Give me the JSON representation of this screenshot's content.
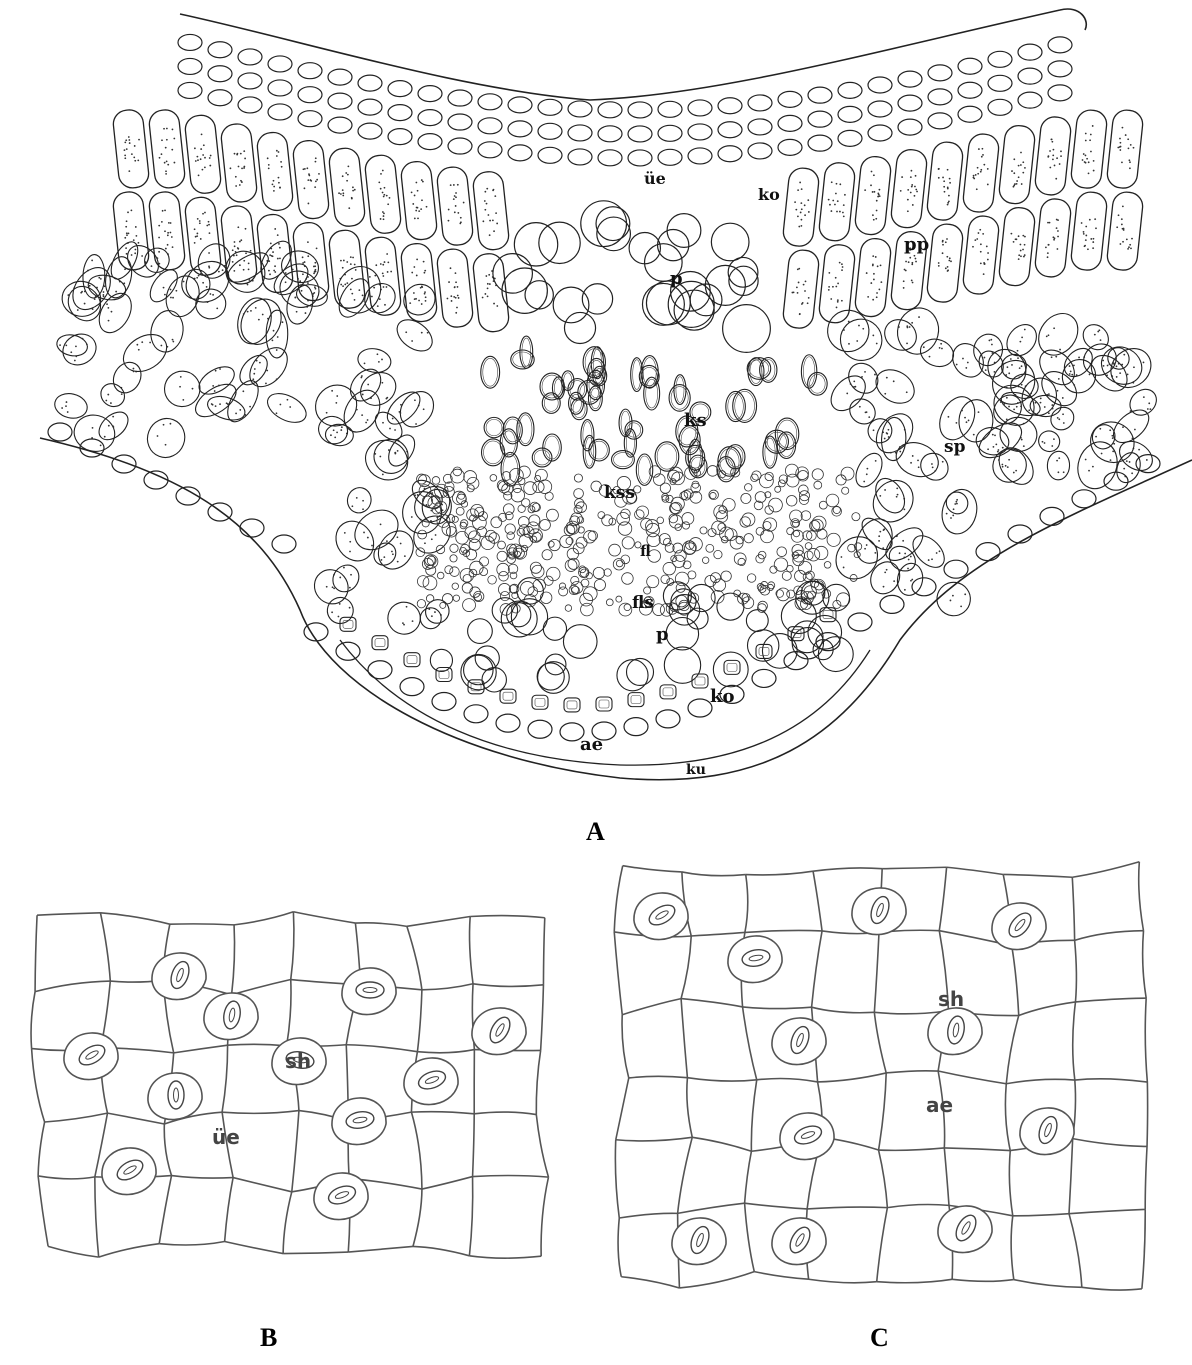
{
  "panels": {
    "A": {
      "letter": "A",
      "labels": {
        "ue_top": "üe",
        "ko_top": "ko",
        "p_top": "p",
        "pp": "pp",
        "ks": "ks",
        "kss": "kss",
        "sp": "sp",
        "fl": "fl",
        "fls": "fls",
        "p_bottom": "p",
        "ko_bottom": "ko",
        "ae": "ae",
        "ku": "ku"
      }
    },
    "B": {
      "letter": "B",
      "labels": {
        "sh": "sh",
        "ue": "üe"
      }
    },
    "C": {
      "letter": "C",
      "labels": {
        "sh": "sh",
        "ae": "ae"
      }
    }
  },
  "colors": {
    "ink": "#222222",
    "grey_ink": "#555555",
    "background": "#ffffff"
  }
}
